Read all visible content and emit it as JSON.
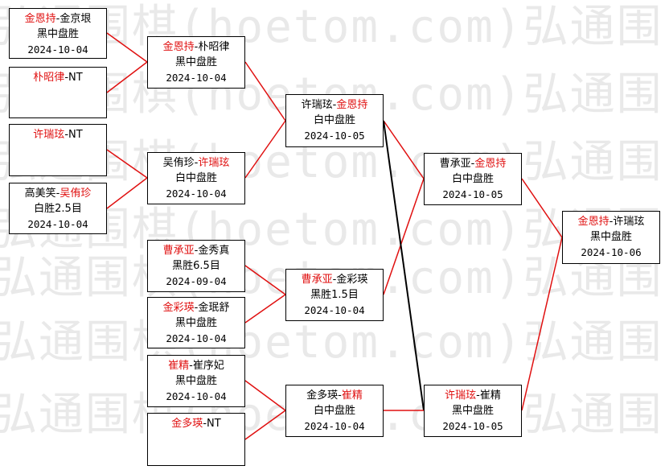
{
  "watermark": {
    "lines": [
      "弘通围棋(hoetom.com)弘通围",
      "弘通围棋(hoetom.com)弘通围",
      "弘通围棋(hoetom.com)弘通围",
      "弘通围棋(hoetom.com)弘通围",
      "弘通围棋(hoetom.com)弘通围",
      "弘通围棋(hoetom.com)弘通围",
      "弘通围棋(hoetom.com)弘通围"
    ]
  },
  "colors": {
    "winner": "#e01010",
    "line_red": "#e01010",
    "line_black": "#000000"
  },
  "matches": [
    {
      "id": "r1a",
      "p1": "金恩持",
      "p2": "金京垠",
      "winner": 1,
      "result": "黑中盘胜",
      "date": "2024-10-04"
    },
    {
      "id": "r1b",
      "p1": "朴昭律",
      "p2": "NT",
      "winner": 1,
      "result": "",
      "date": ""
    },
    {
      "id": "r1c",
      "p1": "许瑞玹",
      "p2": "NT",
      "winner": 1,
      "result": "",
      "date": ""
    },
    {
      "id": "r1d",
      "p1": "高美笑",
      "p2": "吴侑珍",
      "winner": 2,
      "result": "白胜2.5目",
      "date": "2024-10-04"
    },
    {
      "id": "r1e",
      "p1": "曹承亚",
      "p2": "金秀真",
      "winner": 1,
      "result": "黑胜6.5目",
      "date": "2024-09-04"
    },
    {
      "id": "r1f",
      "p1": "金彩瑛",
      "p2": "金珉舒",
      "winner": 1,
      "result": "黑中盘胜",
      "date": "2024-10-04"
    },
    {
      "id": "r1g",
      "p1": "崔精",
      "p2": "崔序妃",
      "winner": 1,
      "result": "黑中盘胜",
      "date": "2024-10-04"
    },
    {
      "id": "r1h",
      "p1": "金多瑛",
      "p2": "NT",
      "winner": 1,
      "result": "",
      "date": ""
    },
    {
      "id": "r2a",
      "p1": "金恩持",
      "p2": "朴昭律",
      "winner": 1,
      "result": "黑中盘胜",
      "date": "2024-10-04"
    },
    {
      "id": "r2b",
      "p1": "吴侑珍",
      "p2": "许瑞玹",
      "winner": 2,
      "result": "白中盘胜",
      "date": "2024-10-04"
    },
    {
      "id": "r2c",
      "p1": "曹承亚",
      "p2": "金彩瑛",
      "winner": 1,
      "result": "黑胜1.5目",
      "date": "2024-10-04"
    },
    {
      "id": "r2d",
      "p1": "金多瑛",
      "p2": "崔精",
      "winner": 2,
      "result": "白中盘胜",
      "date": "2024-10-04"
    },
    {
      "id": "r3a",
      "p1": "许瑞玹",
      "p2": "金恩持",
      "winner": 2,
      "result": "白中盘胜",
      "date": "2024-10-05"
    },
    {
      "id": "r3b",
      "p1": "曹承亚",
      "p2": "金恩持",
      "winner": 2,
      "result": "白中盘胜",
      "date": "2024-10-05"
    },
    {
      "id": "r3c",
      "p1": "许瑞玹",
      "p2": "崔精",
      "winner": 1,
      "result": "黑中盘胜",
      "date": "2024-10-05"
    },
    {
      "id": "r4a",
      "p1": "金恩持",
      "p2": "许瑞玹",
      "winner": 1,
      "result": "黑中盘胜",
      "date": "2024-10-06"
    }
  ]
}
